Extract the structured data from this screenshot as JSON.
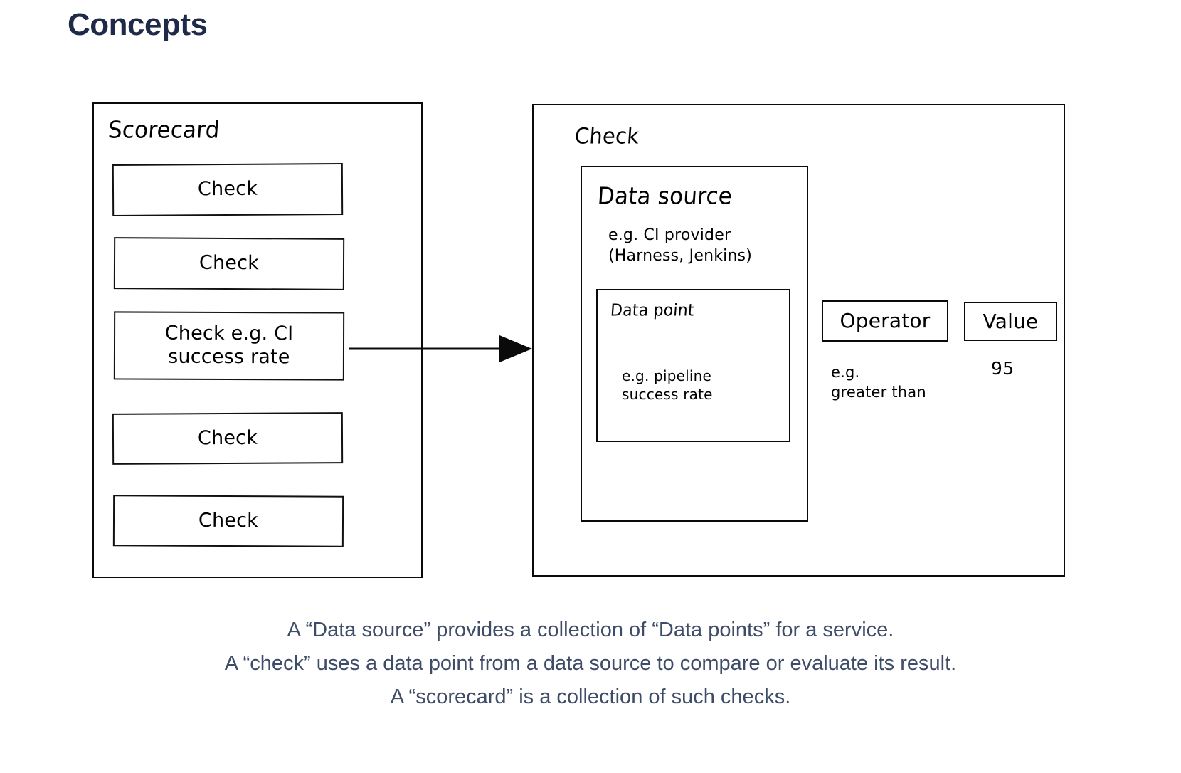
{
  "page": {
    "title": "Concepts",
    "title_color": "#1f2a48",
    "background": "#ffffff",
    "stroke_color": "#0a0a0a"
  },
  "scorecard": {
    "label": "Scorecard",
    "checks": [
      {
        "label": "Check"
      },
      {
        "label": "Check"
      },
      {
        "label": "Check e.g. CI\nsuccess rate"
      },
      {
        "label": "Check"
      },
      {
        "label": "Check"
      }
    ]
  },
  "connector": {
    "name": "arrow-scorecard-check",
    "from": "check-row-2",
    "to": "check-box",
    "style": "solid-line-filled-arrowhead"
  },
  "check_detail": {
    "label": "Check",
    "data_source": {
      "title": "Data source",
      "note": "e.g. CI provider\n(Harness, Jenkins)"
    },
    "data_point": {
      "title": "Data point",
      "note": "e.g. pipeline\nsuccess rate"
    },
    "operator": {
      "label": "Operator",
      "note": "e.g.\ngreater than"
    },
    "value": {
      "label": "Value",
      "note": "95"
    }
  },
  "caption": {
    "color": "#3f4c68",
    "lines": [
      "A “Data source” provides a collection of “Data points” for a service.",
      "A “check” uses a data point from a data source to compare or evaluate its result.",
      "A “scorecard” is a collection of such checks."
    ]
  }
}
